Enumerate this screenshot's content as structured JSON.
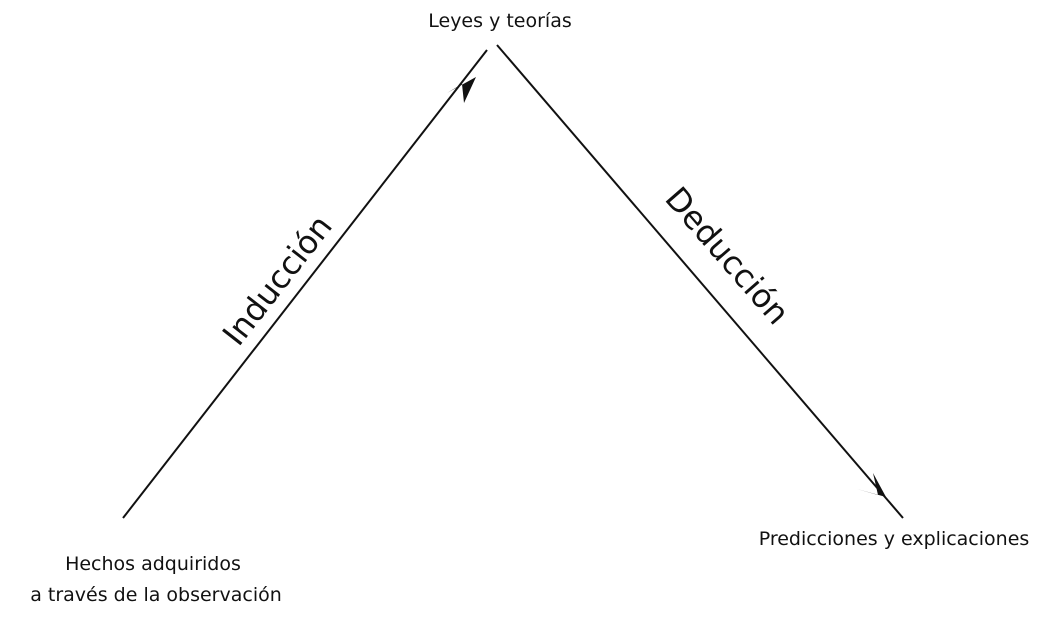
{
  "nodes": {
    "top": {
      "label": "Leyes y teorías"
    },
    "bottom_left": {
      "lines": [
        "Hechos adquiridos",
        "a través de la observación"
      ]
    },
    "bottom_right": {
      "label": "Predicciones y explicaciones"
    }
  },
  "edges": {
    "induction": {
      "label": "Inducción"
    },
    "deduction": {
      "label": "Deducción"
    }
  },
  "colors": {
    "stroke": "#111111",
    "background": "#ffffff"
  }
}
